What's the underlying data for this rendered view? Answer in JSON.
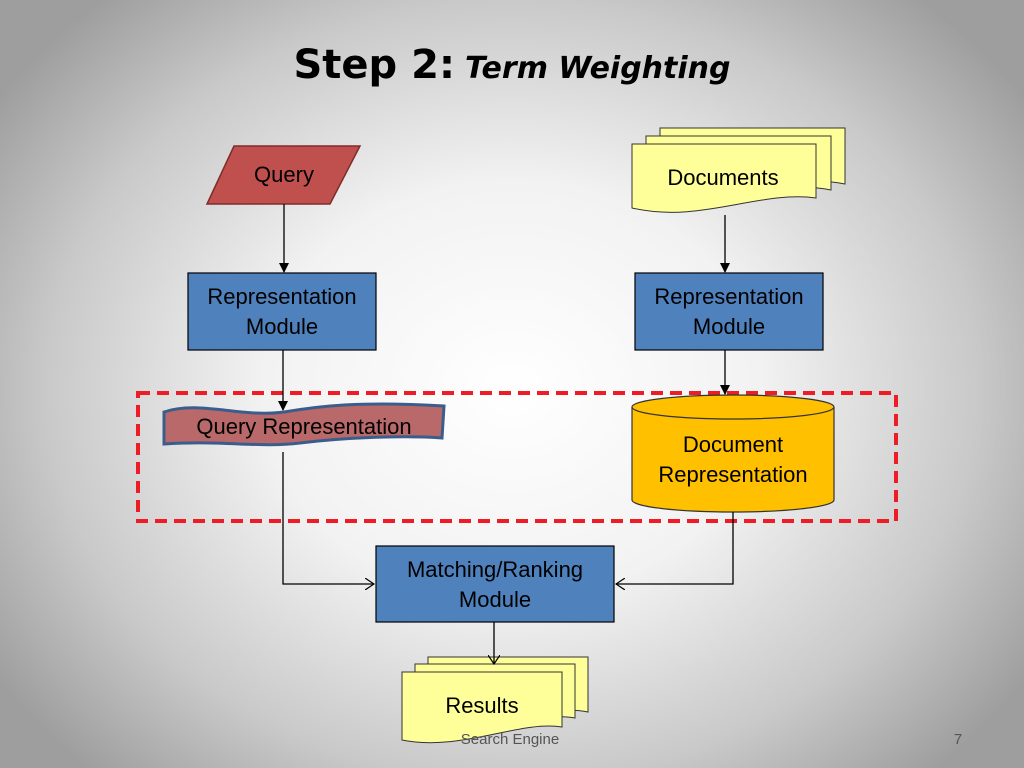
{
  "slide": {
    "title_main": "Step 2:",
    "title_sub": "Term Weighting",
    "footer_text": "Search Engine",
    "page_number": "7"
  },
  "diagram": {
    "query": "Query",
    "documents": "Documents",
    "rep_module_left_line1": "Representation",
    "rep_module_left_line2": "Module",
    "rep_module_right_line1": "Representation",
    "rep_module_right_line2": "Module",
    "query_representation": "Query Representation",
    "document_representation_line1": "Document",
    "document_representation_line2": "Representation",
    "matching_line1": "Matching/Ranking",
    "matching_line2": "Module",
    "results": "Results"
  },
  "colors": {
    "query_fill": "#c0504d",
    "module_fill": "#4f81bd",
    "document_fill": "#ffff99",
    "doc_rep_fill": "#ffc000",
    "query_rep_fill": "#b96969",
    "highlight_border": "#ee1c25"
  }
}
